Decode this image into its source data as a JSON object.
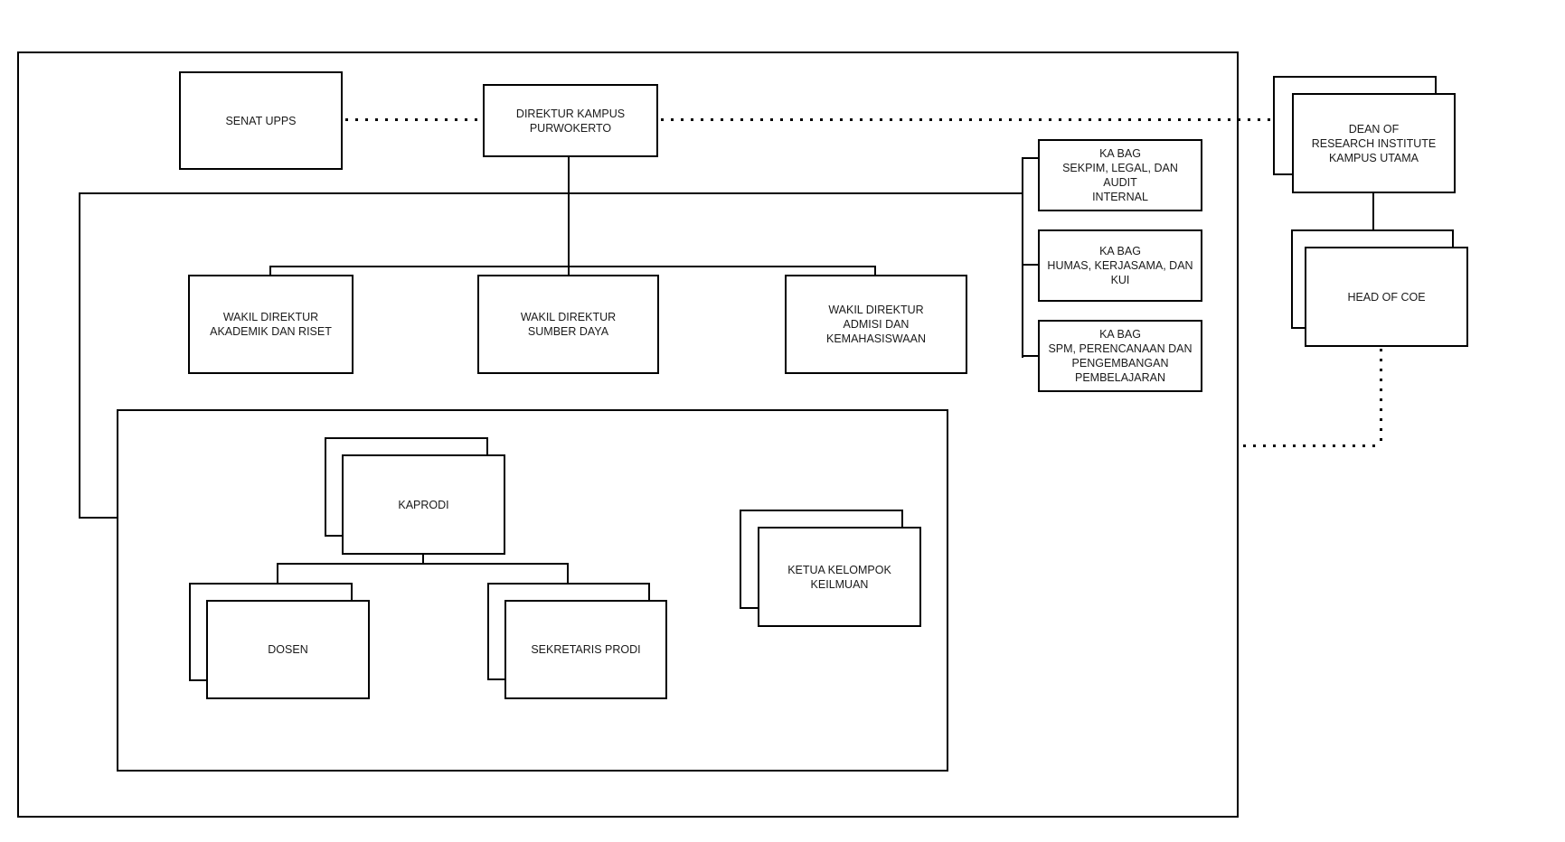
{
  "colors": {
    "line": "#000000",
    "text": "#1a1a1a",
    "box_fill": "#ffffff",
    "page_bg": "#ffffff"
  },
  "nodes": {
    "senat_upps": {
      "label": "SENAT UPPS"
    },
    "direktur_kampus": {
      "label": "DIREKTUR KAMPUS\nPURWOKERTO"
    },
    "wakil_akademik": {
      "label": "WAKIL DIREKTUR\nAKADEMIK DAN RISET"
    },
    "wakil_sumber_daya": {
      "label": "WAKIL DIREKTUR\nSUMBER DAYA"
    },
    "wakil_admisi": {
      "label": "WAKIL DIREKTUR\nADMISI DAN KEMAHASISWAAN"
    },
    "kabag_sekpim": {
      "label": "KA BAG\nSEKPIM, LEGAL, DAN AUDIT\nINTERNAL"
    },
    "kabag_humas": {
      "label": "KA BAG\nHUMAS, KERJASAMA, DAN\nKUI"
    },
    "kabag_spm": {
      "label": "KA BAG\nSPM, PERENCANAAN DAN\nPENGEMBANGAN\nPEMBELAJARAN"
    },
    "dean_research": {
      "label": "DEAN OF\nRESEARCH INSTITUTE\nKAMPUS UTAMA"
    },
    "head_of_coe": {
      "label": "HEAD OF COE"
    },
    "kaprodi": {
      "label": "KAPRODI"
    },
    "dosen": {
      "label": "DOSEN"
    },
    "sekretaris_prodi": {
      "label": "SEKRETARIS PRODI"
    },
    "ketua_kelompok_keilmuan": {
      "label": "KETUA KELOMPOK\nKEILMUAN"
    }
  }
}
